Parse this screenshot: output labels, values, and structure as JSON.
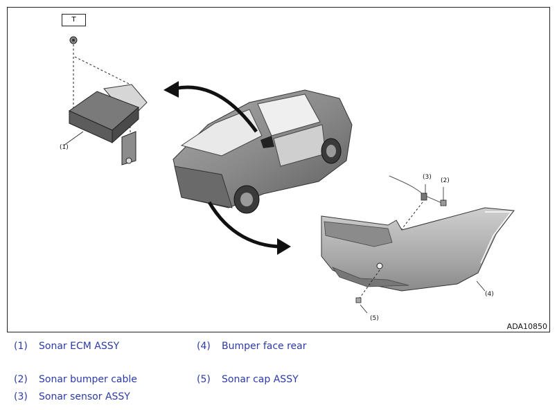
{
  "diagram": {
    "figure_id": "ADA10850",
    "torque_tag": "T",
    "callouts": {
      "c1": "(1)",
      "c2": "(2)",
      "c3": "(3)",
      "c4": "(4)",
      "c5": "(5)"
    }
  },
  "legend": {
    "items": [
      {
        "num": "(1)",
        "label": "Sonar ECM ASSY"
      },
      {
        "num": "(2)",
        "label": "Sonar bumper cable"
      },
      {
        "num": "(3)",
        "label": "Sonar sensor ASSY"
      },
      {
        "num": "(4)",
        "label": "Bumper face rear"
      },
      {
        "num": "(5)",
        "label": "Sonar cap ASSY"
      }
    ]
  },
  "colors": {
    "legend_text": "#2b3aa8",
    "part_fill": "#b9b9b9",
    "part_dark": "#6f6f6f",
    "arrow": "#111111"
  }
}
